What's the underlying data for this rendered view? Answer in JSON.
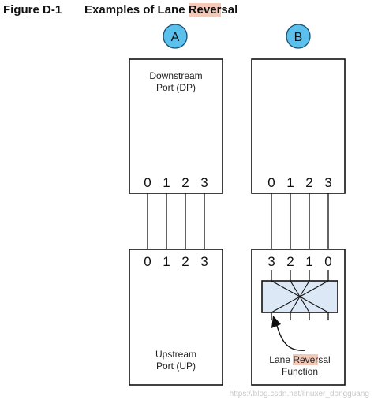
{
  "figure": {
    "number": "Figure D-1",
    "title_pre": "Examples of Lane ",
    "title_hl": "Rever",
    "title_post": "sal"
  },
  "badges": {
    "a": "A",
    "b": "B"
  },
  "diagram_a": {
    "top_line1": "Downstream",
    "top_line2": "Port (DP)",
    "top_lanes": [
      "0",
      "1",
      "2",
      "3"
    ],
    "bottom_lanes": [
      "0",
      "1",
      "2",
      "3"
    ],
    "bottom_line1": "Upstream",
    "bottom_line2": "Port (UP)"
  },
  "diagram_b": {
    "top_lanes": [
      "0",
      "1",
      "2",
      "3"
    ],
    "bottom_lanes": [
      "3",
      "2",
      "1",
      "0"
    ],
    "func_pre": "Lane ",
    "func_hl": "Rever",
    "func_post": "sal",
    "func_line2": "Function"
  },
  "watermark": "https://blog.csdn.net/linuxer_dongguang",
  "colors": {
    "badge": "#5bc0eb",
    "func_box": "#dce8f5",
    "highlight": "#f5c9b8"
  }
}
